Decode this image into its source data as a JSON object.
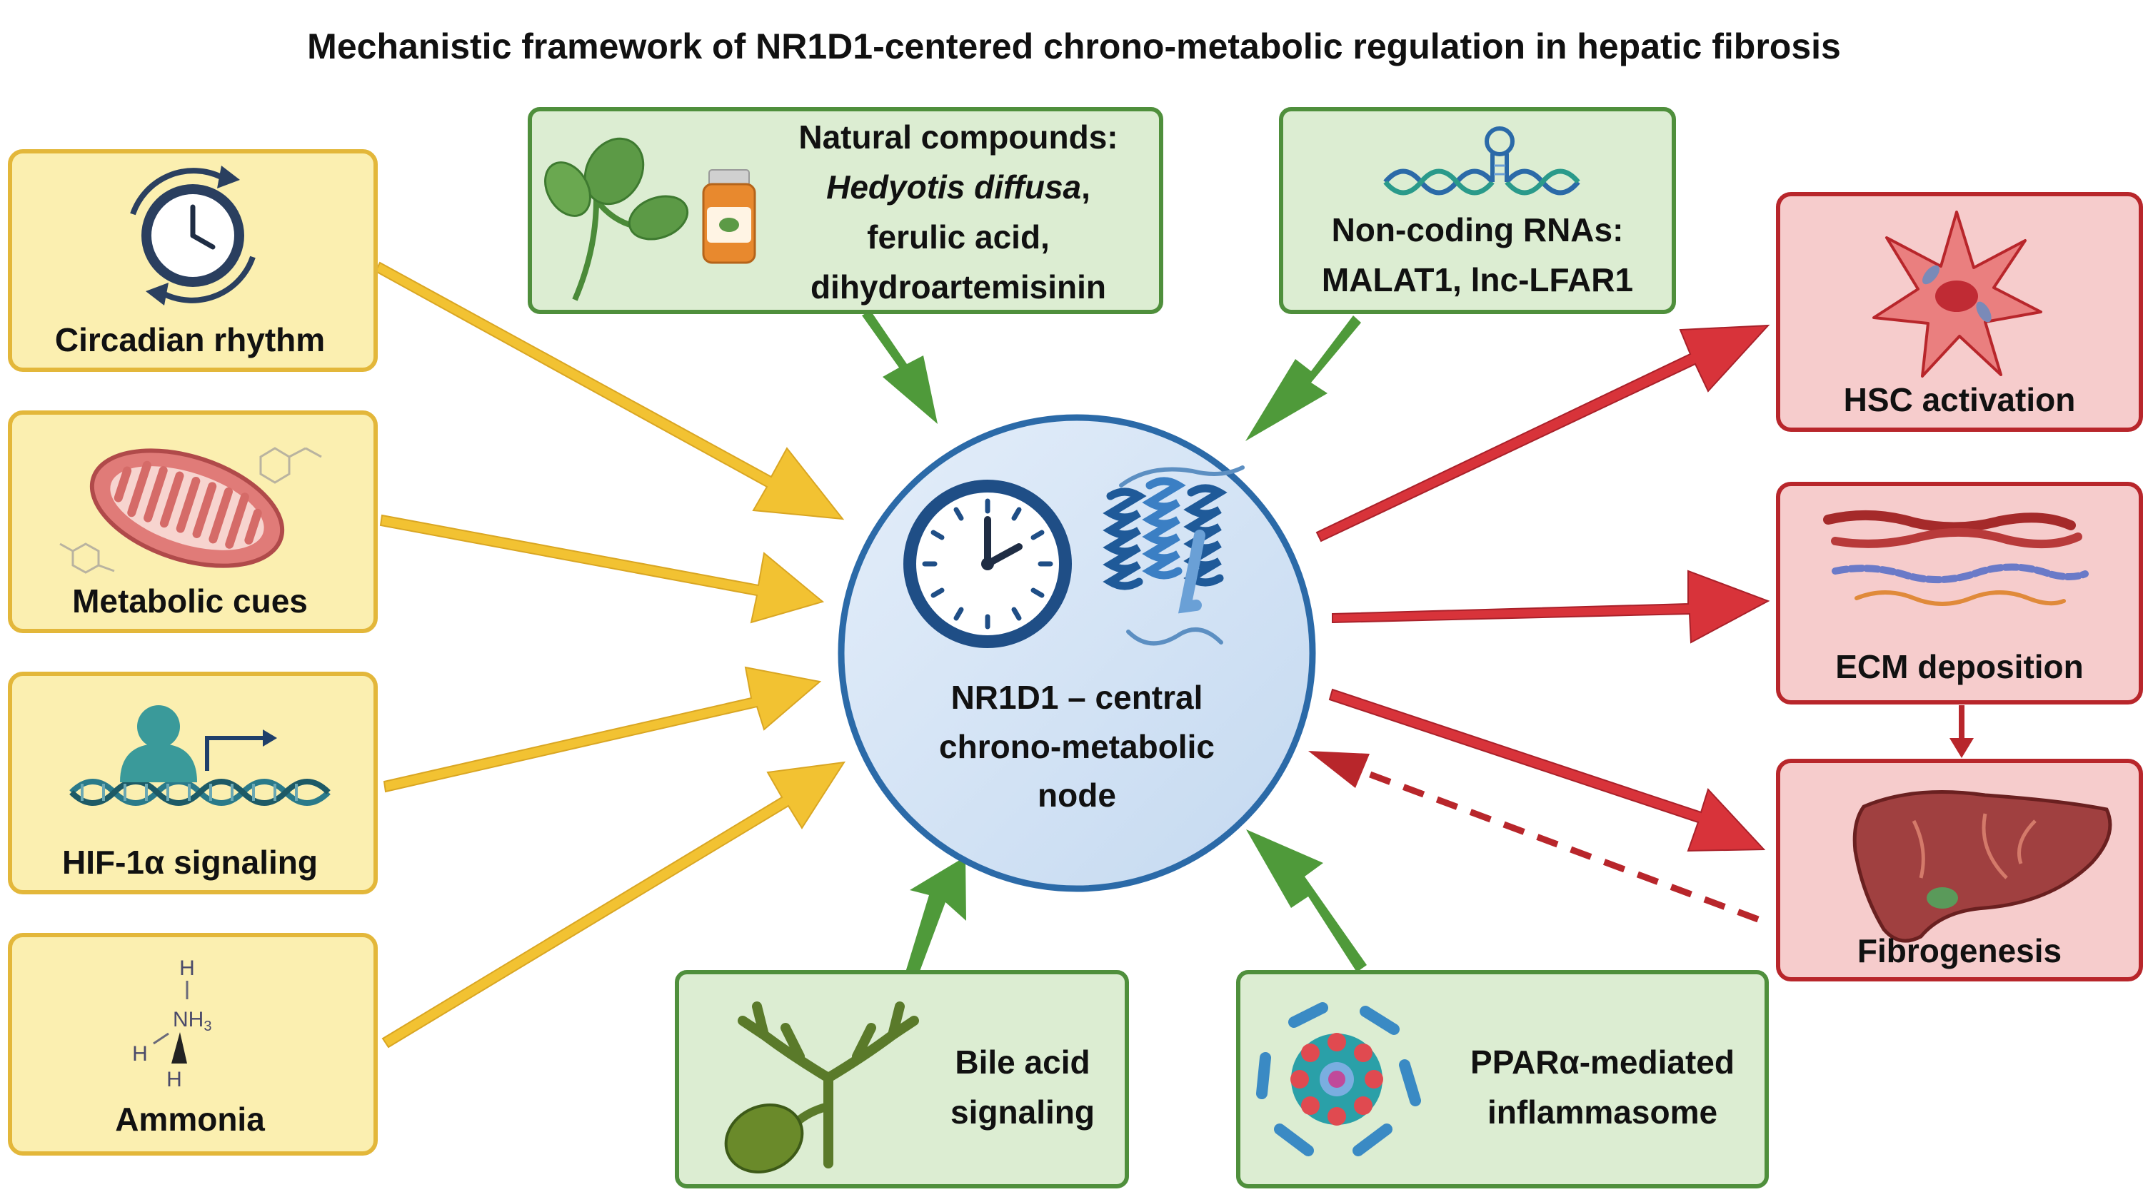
{
  "title": "Mechanistic framework of NR1D1-centered chrono-metabolic regulation in hepatic fibrosis",
  "colors": {
    "yellow_box_fill": "#fbefb0",
    "yellow_box_stroke": "#e3b73a",
    "yellow_arrow": "#f2c232",
    "green_box_fill": "#dcedd2",
    "green_box_stroke": "#4f8f3c",
    "green_arrow": "#4f9a3a",
    "red_box_fill": "#f6cccc",
    "red_box_stroke": "#b8262b",
    "red_arrow": "#d8333a",
    "center_fill": "#cfe0f3",
    "center_stroke": "#2b6aa8"
  },
  "center": {
    "lines": [
      "NR1D1 – central",
      "chrono-metabolic",
      "node"
    ],
    "icons": [
      "clock-icon",
      "protein-structure-icon"
    ]
  },
  "inputs_left": [
    {
      "id": "circadian",
      "label": "Circadian rhythm",
      "icon": "circadian-clock-icon"
    },
    {
      "id": "metabolic",
      "label": "Metabolic cues",
      "icon": "mitochondrion-icon"
    },
    {
      "id": "hif",
      "label": "HIF-1α signaling",
      "icon": "transcription-dna-icon"
    },
    {
      "id": "ammonia",
      "label": "Ammonia",
      "icon": "ammonia-molecule-icon"
    }
  ],
  "ammonia_formula": {
    "h_top": "H",
    "n": "NH",
    "sub": "3",
    "h_left": "H",
    "h_bottom": "H"
  },
  "modulators": {
    "natural": {
      "lines": [
        "Natural compounds:",
        "Hedyotis diffusa",
        ",",
        "ferulic acid,",
        "dihydroartemisinin"
      ],
      "icon": "herb-bottle-icon"
    },
    "ncrna": {
      "lines": [
        "Non-coding RNAs:",
        "MALAT1, lnc-LFAR1"
      ],
      "icon": "rna-hairpin-icon"
    },
    "bile": {
      "lines": [
        "Bile acid",
        "signaling"
      ],
      "icon": "gallbladder-icon"
    },
    "ppar": {
      "lines": [
        "PPARα-mediated",
        "inflammasome"
      ],
      "icon": "inflammasome-icon"
    }
  },
  "outputs_right": [
    {
      "id": "hsc",
      "label": "HSC activation",
      "icon": "stellate-cell-icon"
    },
    {
      "id": "ecm",
      "label": "ECM deposition",
      "icon": "collagen-fibers-icon"
    },
    {
      "id": "fibro",
      "label": "Fibrogenesis",
      "icon": "liver-icon"
    }
  ],
  "feedback": {
    "style": "dashed",
    "from": "Fibrogenesis",
    "to": "NR1D1 – central chrono-metabolic node"
  }
}
